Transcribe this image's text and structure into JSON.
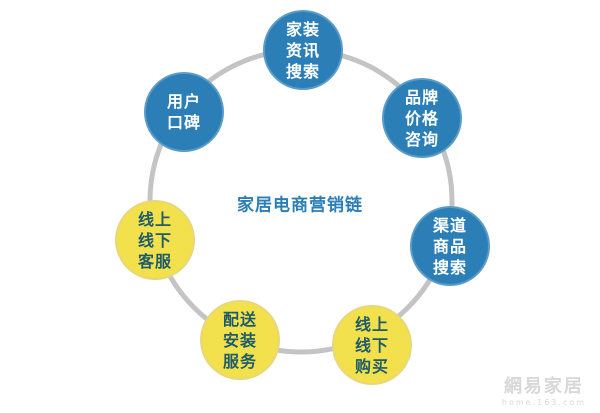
{
  "title": "家居电商营销链",
  "colors": {
    "blue": "#2b7fb6",
    "yellow": "#f2e14c",
    "ring": "#c4c4c4"
  },
  "nodes": [
    {
      "lines": [
        "家装",
        "资讯",
        "搜索"
      ],
      "color": "blue"
    },
    {
      "lines": [
        "品牌",
        "价格",
        "咨询"
      ],
      "color": "blue"
    },
    {
      "lines": [
        "渠道",
        "商品",
        "搜索"
      ],
      "color": "blue"
    },
    {
      "lines": [
        "线上",
        "线下",
        "购买"
      ],
      "color": "yellow"
    },
    {
      "lines": [
        "配送",
        "安装",
        "服务"
      ],
      "color": "yellow"
    },
    {
      "lines": [
        "线上",
        "线下",
        "客服"
      ],
      "color": "yellow"
    },
    {
      "lines": [
        "用户",
        "口碑"
      ],
      "color": "blue"
    }
  ],
  "watermark": {
    "brand": "網易家居",
    "url": "home.163.com"
  }
}
